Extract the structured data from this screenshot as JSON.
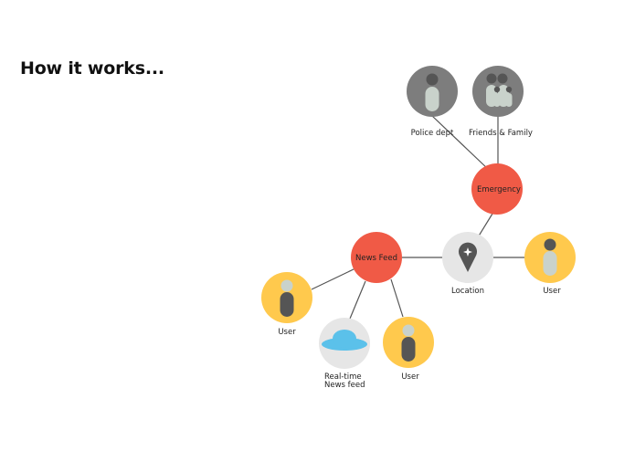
{
  "title": "How it works...",
  "colors": {
    "emergency_red": "#f05a46",
    "user_yellow": "#ffc94d",
    "location_gray": "#e6e6e6",
    "contact_gray": "#7d7d7d",
    "connector": "#555555",
    "icon_dark": "#555555",
    "icon_light": "#c9d2cb",
    "cloud_blue": "#5bc1ea"
  },
  "nodes": {
    "police": {
      "label": "Police dept",
      "icon": "person-icon"
    },
    "friends": {
      "label": "Friends & Family",
      "icon": "group-icon"
    },
    "emergency": {
      "label": "Emergency"
    },
    "news_feed": {
      "label": "News Feed"
    },
    "location": {
      "label": "Location",
      "icon": "map-pin-icon"
    },
    "user_right": {
      "label": "User",
      "icon": "person-icon"
    },
    "user_left": {
      "label": "User",
      "icon": "person-icon"
    },
    "realtime": {
      "label_line1": "Real-time",
      "label_line2": "News feed",
      "icon": "cloud-icon"
    },
    "user_bottom": {
      "label": "User",
      "icon": "person-icon"
    }
  }
}
